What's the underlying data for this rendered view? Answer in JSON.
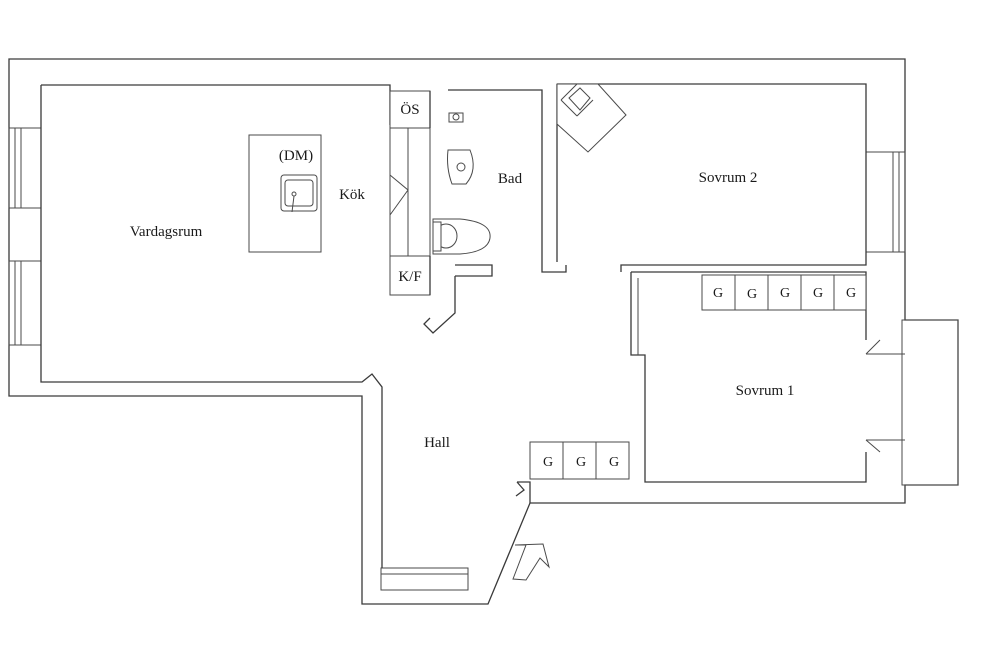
{
  "rooms": {
    "vardagsrum": "Vardagsrum",
    "kok": "Kök",
    "bad": "Bad",
    "sovrum2": "Sovrum 2",
    "sovrum1": "Sovrum 1",
    "hall": "Hall"
  },
  "fixtures": {
    "dishwasher": "(DM)",
    "oven_stove": "ÖS",
    "fridge_freezer": "K/F",
    "wardrobe": "G"
  },
  "colors": {
    "line": "#3a3a3a",
    "background": "#ffffff"
  },
  "icons": {
    "entrance": "entrance-arrow-icon"
  }
}
